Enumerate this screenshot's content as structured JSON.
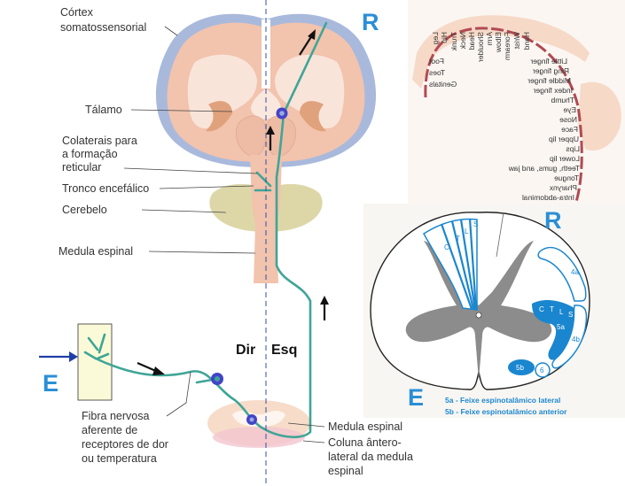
{
  "labels": {
    "cortex": "Córtex somatossensorial",
    "cortex_l1": "Córtex",
    "cortex_l2": "somatossensorial",
    "thalamus": "Tálamo",
    "collaterals_l1": "Colaterais para",
    "collaterals_l2": "a formação",
    "collaterals_l3": "reticular",
    "brainstem": "Tronco encefálico",
    "cerebellum": "Cerebelo",
    "spinal_cord": "Medula espinal",
    "fiber_l1": "Fibra nervosa",
    "fiber_l2": "aferente de",
    "fiber_l3": "receptores de dor",
    "fiber_l4": "ou temperatura",
    "spinal_cord_bottom": "Medula espinal",
    "column_l1": "Coluna ântero-",
    "column_l2": "lateral da medula",
    "column_l3": "espinal",
    "dir": "Dir",
    "esq": "Esq",
    "R_top": "R",
    "E_left": "E",
    "R_section": "R",
    "E_section": "E"
  },
  "homunculus": [
    "Leg",
    "Hip",
    "Trunk",
    "Neck",
    "Head",
    "Shoulder",
    "Arm",
    "Elbow",
    "Forearm",
    "Wrist",
    "Hand",
    "Little finger",
    "Ring finger",
    "Middle finger",
    "Index finger",
    "Thumb",
    "Eye",
    "Nose",
    "Face",
    "Upper lip",
    "Lips",
    "Lower lip",
    "Teeth, gums, and jaw",
    "Tongue",
    "Pharynx",
    "Intra-abdominal",
    "Foot",
    "Toes",
    "Genitals"
  ],
  "section": {
    "dorsal_labels": [
      "C",
      "T",
      "L",
      "S"
    ],
    "lateral_labels": [
      "C",
      "T",
      "L",
      "S"
    ],
    "tract_4a": "4a",
    "tract_4b": "4b",
    "tract_5a": "5a",
    "tract_5b": "5b",
    "tract_6": "6",
    "legend_1": "5a - Feixe espinotalâmico lateral",
    "legend_2": "5b - Feixe espinotalâmico anterior"
  },
  "colors": {
    "pathway": "#3fa597",
    "accent_blue": "#2a8fd6",
    "tract_blue": "#1a86cf",
    "cortex_outline": "#a9b9dc",
    "brain_tissue": "#f2c3ad",
    "cerebellum": "#ddd7a8",
    "gray_matter": "#8c8c8c"
  }
}
